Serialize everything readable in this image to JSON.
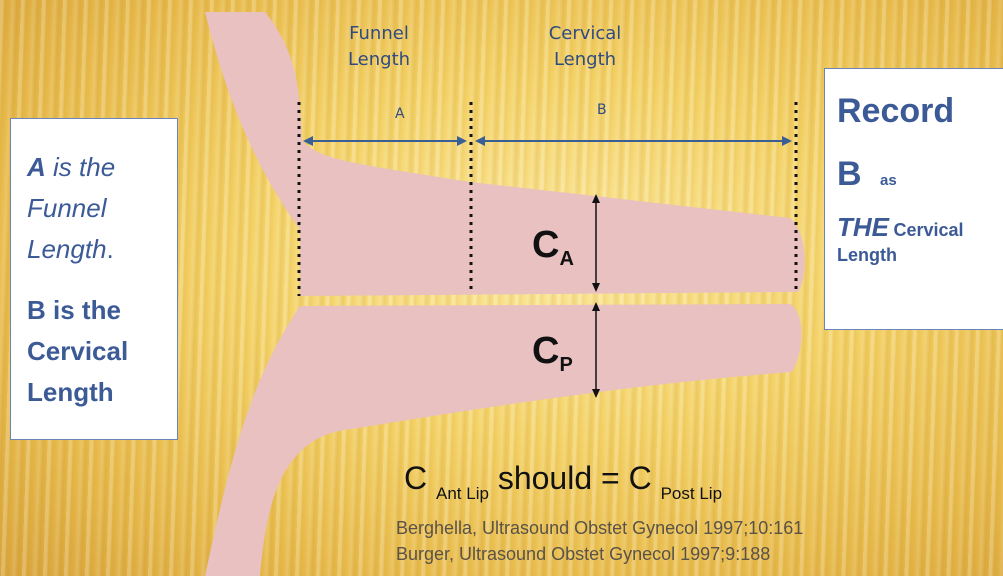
{
  "headers": {
    "funnel_line1": "Funnel",
    "funnel_line2": "Length",
    "cervical_line1": "Cervical",
    "cervical_line2": "Length"
  },
  "segments": {
    "a": "A",
    "b": "B"
  },
  "left_box": {
    "line1_bold": "A",
    "line1_rest": " is the",
    "line2": "Funnel",
    "line3_main": "Length",
    "line3_dot": ".",
    "line4": "B is the",
    "line5": "Cervical",
    "line6": "Length"
  },
  "right_box": {
    "title": "Record",
    "b": "B",
    "as": "as",
    "the": "THE",
    "cervical": "Cervical",
    "length": "Length"
  },
  "canal_labels": {
    "ca_main": "C",
    "ca_sub": "A",
    "cp_main": "C",
    "cp_sub": "P"
  },
  "equation": {
    "c1": "C",
    "ant_lip": "Ant Lip",
    "should": "should = C",
    "post_lip": "Post Lip"
  },
  "references": [
    "Berghella, Ultrasound Obstet Gynecol 1997;10:161",
    "Burger, Ultrasound Obstet Gynecol 1997;9:188"
  ],
  "colors": {
    "tissue": "#e8c1c0",
    "arrow": "#3a5f95",
    "text_blue": "#3b5a96",
    "header_blue": "#2f4b82"
  }
}
